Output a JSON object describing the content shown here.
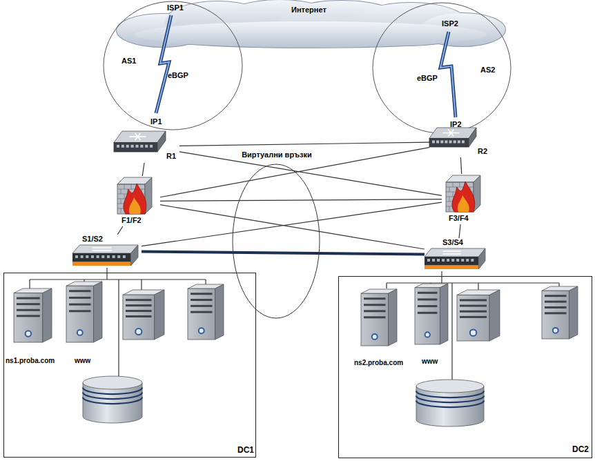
{
  "diagram": {
    "nodes": [
      {
        "text": [
          "Интернет"
        ]
      },
      {
        "text": [
          "ISP1",
          "AS1",
          "eBGP",
          "IP1"
        ]
      },
      {
        "text": [
          "ISP2",
          "eBGP",
          "AS2",
          "IP2"
        ]
      },
      {
        "text": [
          "R1"
        ]
      },
      {
        "text": [
          "R2"
        ]
      },
      {
        "text": [
          "F1/F2"
        ]
      },
      {
        "text": [
          "F3/F4"
        ]
      },
      {
        "text": [
          "S1/S2"
        ]
      },
      {
        "text": [
          "S3/S4"
        ]
      },
      {
        "text": [
          "Виртуални връзки"
        ]
      },
      {
        "text": [
          "DC1"
        ]
      },
      {
        "text": [
          "ns1.proba.com"
        ],
        "in": 10
      },
      {
        "text": [
          "www"
        ],
        "in": 10
      },
      {
        "text": [
          "DC2"
        ]
      },
      {
        "text": [
          "ns2.proba.com"
        ],
        "in": 13
      },
      {
        "text": [
          "www"
        ],
        "in": 13
      }
    ],
    "edges": [
      {
        "from": 3,
        "to": 5,
        "arrow": "none"
      },
      {
        "from": 4,
        "to": 6,
        "arrow": "none"
      },
      {
        "from": 5,
        "to": 7,
        "arrow": "none"
      },
      {
        "from": 6,
        "to": 8,
        "arrow": "none"
      },
      {
        "from": 3,
        "to": 4,
        "arrow": "none"
      },
      {
        "from": 3,
        "to": 6,
        "arrow": "none"
      },
      {
        "from": 4,
        "to": 5,
        "arrow": "none"
      },
      {
        "from": 5,
        "to": 6,
        "arrow": "none"
      },
      {
        "from": 5,
        "to": 8,
        "arrow": "none"
      },
      {
        "from": 7,
        "to": 6,
        "arrow": "none"
      },
      {
        "from": 7,
        "to": 8,
        "arrow": "none"
      }
    ]
  }
}
